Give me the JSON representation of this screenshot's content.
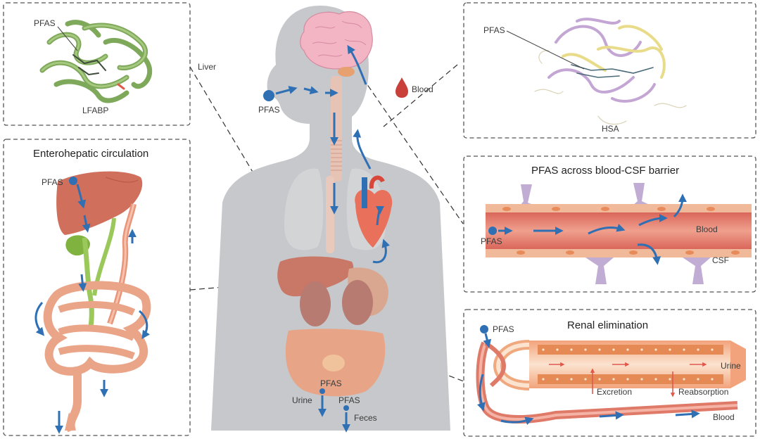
{
  "colors": {
    "arrow": "#2f6fb3",
    "body": "#c6c8cb",
    "organ": "#d98a72",
    "liver": "#cf6f5c",
    "gall": "#7fb23e",
    "vessel": "#e07a68",
    "csf_cell": "#b8a4cc",
    "brain": "#f3b5c4",
    "border": "#555555"
  },
  "panels": {
    "lfabp": {
      "pfas_label": "PFAS",
      "protein_label": "LFABP"
    },
    "hsa": {
      "pfas_label": "PFAS",
      "protein_label": "HSA"
    },
    "enterohepatic": {
      "title": "Enterohepatic circulation",
      "pfas_label": "PFAS"
    },
    "csf": {
      "title": "PFAS across blood-CSF barrier",
      "pfas_label": "PFAS",
      "blood_label": "Blood",
      "csf_label": "CSF"
    },
    "renal": {
      "title": "Renal elimination",
      "pfas_label": "PFAS",
      "urine_label": "Urine",
      "excretion_label": "Excretion",
      "reabsorption_label": "Reabsorption",
      "blood_label": "Blood"
    }
  },
  "body": {
    "liver_label": "Liver",
    "blood_label": "Blood",
    "intake_pfas_label": "PFAS",
    "urine_pfas_label": "PFAS",
    "feces_pfas_label": "PFAS",
    "urine_label": "Urine",
    "feces_label": "Feces"
  }
}
